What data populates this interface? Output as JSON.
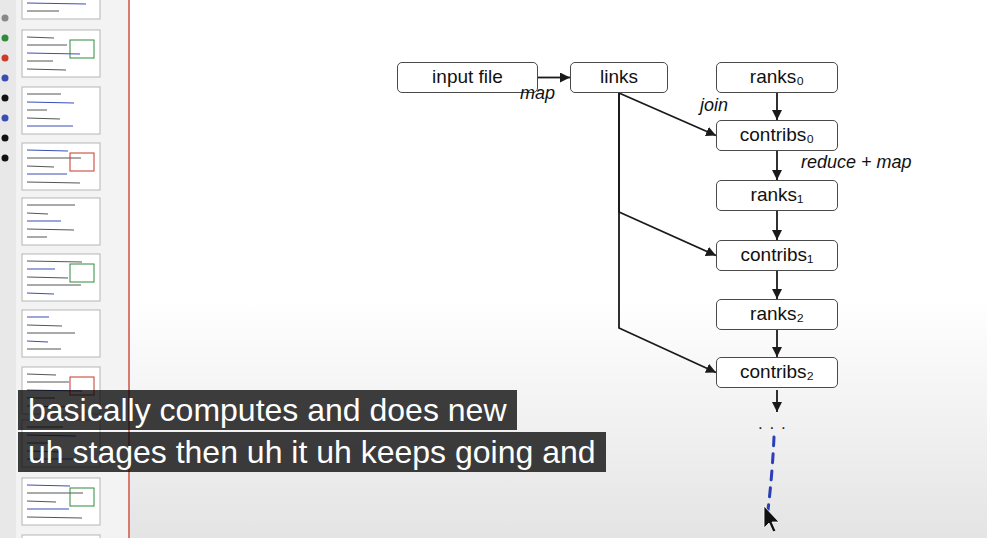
{
  "diagram": {
    "nodes": [
      {
        "text": [
          "input file"
        ]
      },
      {
        "text": [
          "links"
        ]
      },
      {
        "text": [
          "ranks₀"
        ]
      },
      {
        "text": [
          "contribs₀"
        ]
      },
      {
        "text": [
          "ranks₁"
        ]
      },
      {
        "text": [
          "contribs₁"
        ]
      },
      {
        "text": [
          "ranks₂"
        ]
      },
      {
        "text": [
          "contribs₂"
        ]
      }
    ],
    "edges": [
      {
        "from": 0,
        "to": 1,
        "arrow": "to",
        "label": "map"
      },
      {
        "from": 1,
        "to": 3,
        "arrow": "to",
        "label": "join"
      },
      {
        "from": 2,
        "to": 3,
        "arrow": "to"
      },
      {
        "from": 3,
        "to": 4,
        "arrow": "to",
        "label": "reduce + map"
      },
      {
        "from": 1,
        "to": 5,
        "arrow": "to"
      },
      {
        "from": 4,
        "to": 5,
        "arrow": "to"
      },
      {
        "from": 5,
        "to": 6,
        "arrow": "to"
      },
      {
        "from": 1,
        "to": 7,
        "arrow": "to"
      },
      {
        "from": 6,
        "to": 7,
        "arrow": "to"
      }
    ],
    "labels": [
      ". . .",
      "basically computes and does new",
      "uh stages then uh it uh keeps going and"
    ]
  }
}
